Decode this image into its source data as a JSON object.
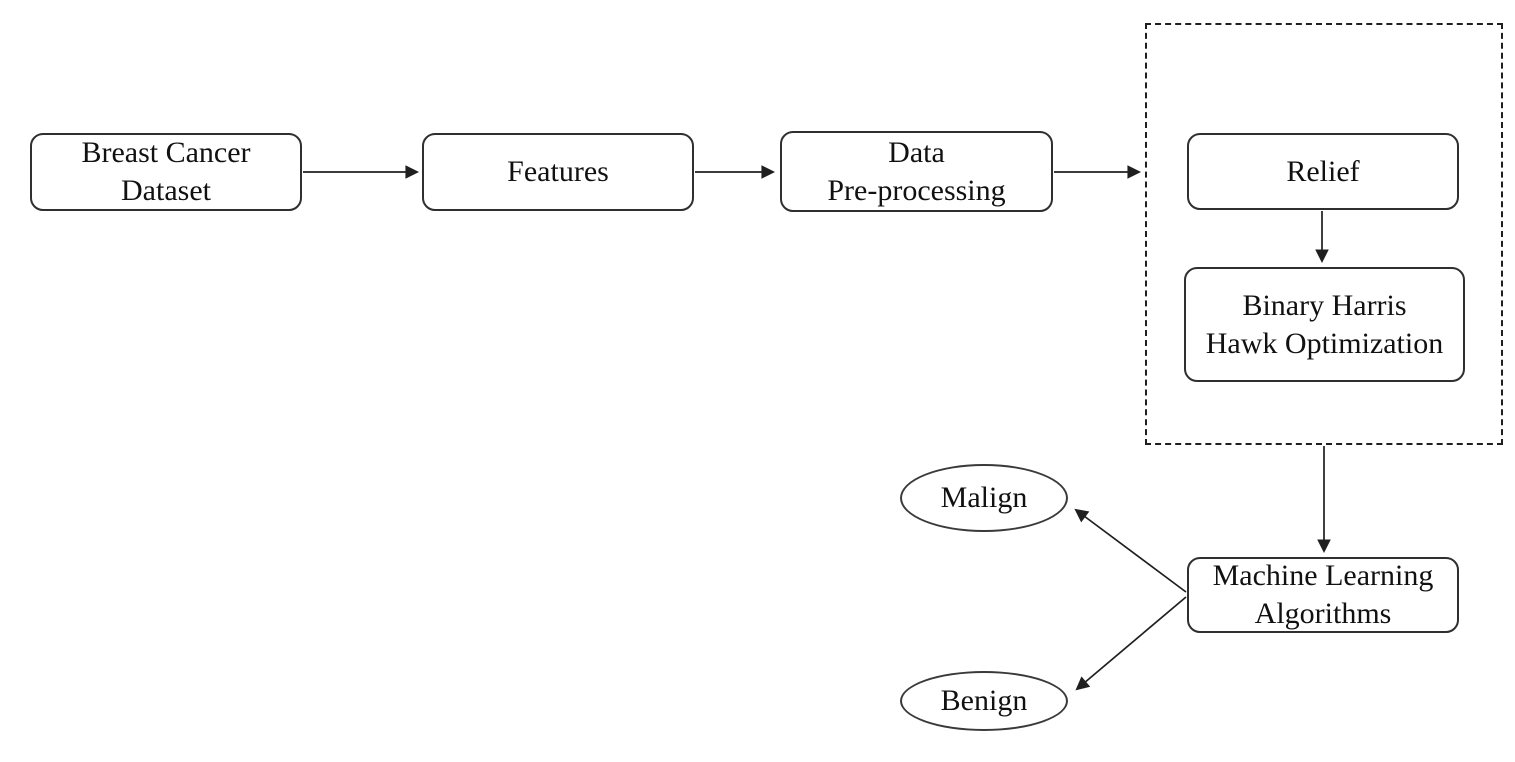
{
  "diagram": {
    "background_color": "#ffffff",
    "stroke_color": "#2f2f2f",
    "text_color": "#111111",
    "nodes": {
      "dataset": {
        "shape": "rounded-rect",
        "lines": [
          "Breast Cancer",
          "Dataset"
        ]
      },
      "features": {
        "shape": "rounded-rect",
        "lines": [
          "Features"
        ]
      },
      "preprocessing": {
        "shape": "rounded-rect",
        "lines": [
          "Data",
          "Pre-processing"
        ]
      },
      "relief": {
        "shape": "rounded-rect",
        "lines": [
          "Relief"
        ]
      },
      "bhho": {
        "shape": "rounded-rect",
        "lines": [
          "Binary Harris",
          "Hawk Optimization"
        ]
      },
      "ml": {
        "shape": "rounded-rect",
        "lines": [
          "Machine Learning",
          "Algorithms"
        ]
      },
      "malign": {
        "shape": "ellipse",
        "lines": [
          "Malign"
        ]
      },
      "benign": {
        "shape": "ellipse",
        "lines": [
          "Benign"
        ]
      }
    },
    "groups": {
      "feature_selection": {
        "style": "dashed-rect",
        "contains": [
          "relief",
          "bhho"
        ]
      }
    },
    "edges": [
      {
        "from": "dataset",
        "to": "features",
        "arrow": true
      },
      {
        "from": "features",
        "to": "preprocessing",
        "arrow": true
      },
      {
        "from": "preprocessing",
        "to": "feature_selection_group",
        "arrow": true
      },
      {
        "from": "relief",
        "to": "bhho",
        "arrow": true
      },
      {
        "from": "feature_selection_group",
        "to": "ml",
        "arrow": true
      },
      {
        "from": "ml",
        "to": "malign",
        "arrow": true
      },
      {
        "from": "ml",
        "to": "benign",
        "arrow": true
      }
    ]
  }
}
